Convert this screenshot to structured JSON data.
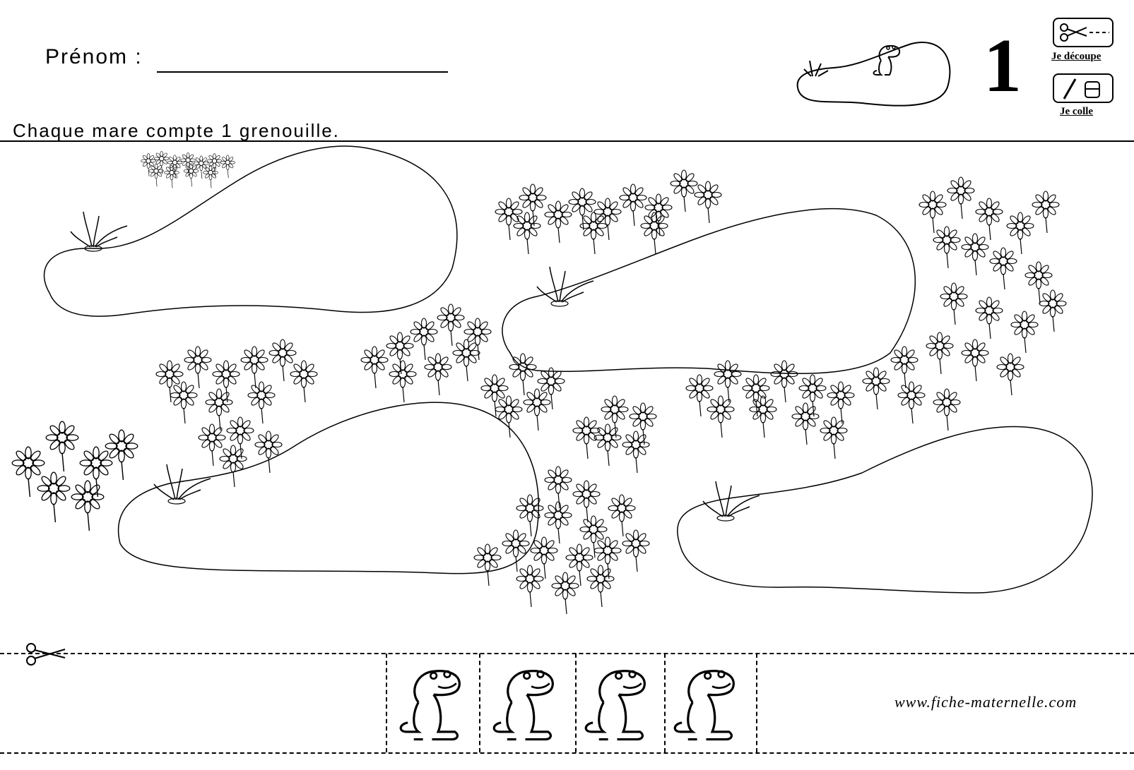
{
  "header": {
    "prenom_label": "Prénom :",
    "number": "1",
    "legend": {
      "cut_label": "Je découpe",
      "glue_label": "Je colle",
      "cut_icon": "scissors-icon",
      "glue_icon": "glue-pot-icon"
    }
  },
  "instruction": "Chaque mare compte 1 grenouille.",
  "scene": {
    "pond_count": 4,
    "decor": [
      "pond",
      "grass-tuft",
      "daisy-cluster"
    ]
  },
  "cutout_strip": {
    "frog_count": 4,
    "icon": "frog-icon"
  },
  "footer": {
    "website": "www.fiche-maternelle.com"
  }
}
